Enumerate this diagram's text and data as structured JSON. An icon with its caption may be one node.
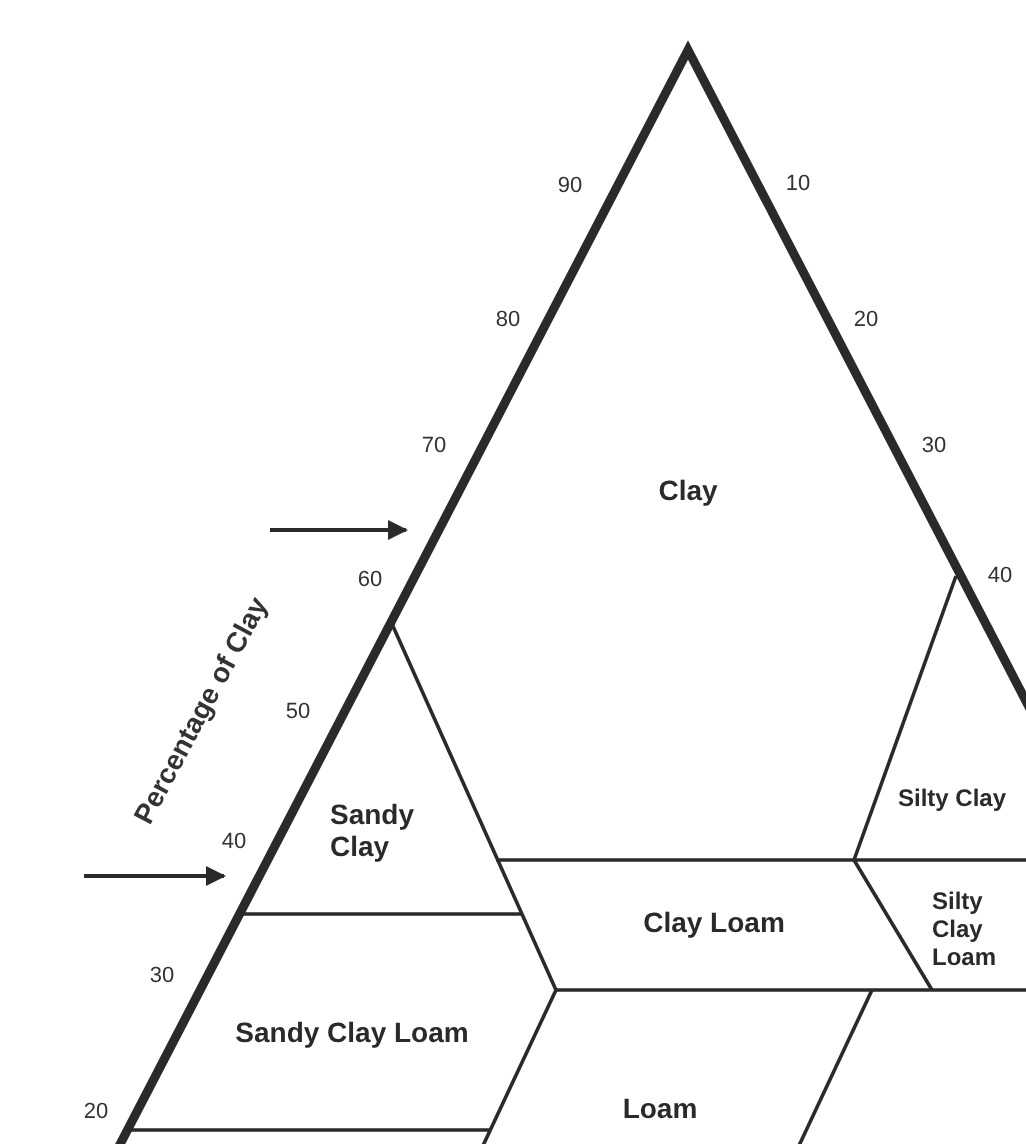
{
  "diagram": {
    "nodes": [
      {
        "text": [
          "Clay"
        ]
      },
      {
        "text": [
          "Sandy Clay"
        ]
      },
      {
        "text": [
          "Silty Clay"
        ]
      },
      {
        "text": [
          "Clay Loam"
        ]
      },
      {
        "text": [
          "Silty Clay Loam"
        ]
      },
      {
        "text": [
          "Sandy Clay Loam"
        ]
      },
      {
        "text": [
          "Loam"
        ]
      }
    ],
    "labels": [
      "90",
      "10",
      "80",
      "20",
      "70",
      "30",
      "60",
      "40",
      "Percentage of Clay",
      "50",
      "40",
      "30",
      "20"
    ]
  }
}
